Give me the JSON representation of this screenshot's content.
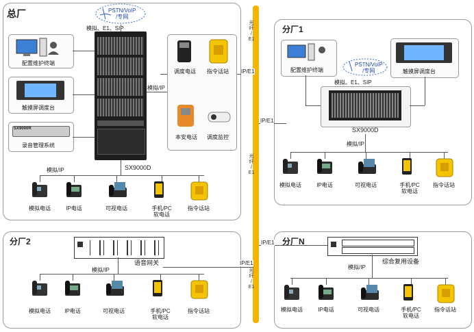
{
  "hq": {
    "title": "总厂",
    "cloud": "PSTN/VoIP\n/专网",
    "trunk": "模拟、E1、SIP",
    "config_terminal": "配置维护终端",
    "touch_console": "触摸屏调度台",
    "recorder": "录音管理系统",
    "recorder_brand": "SX9000R",
    "switch_name": "SX9000D",
    "modip_right": "模拟/IP",
    "modip_bottom": "模拟/IP",
    "dispatch_phone": "调度电话",
    "command_station_a": "指令话站",
    "safe_phone": "本安电话",
    "monitor": "调度监控",
    "phones": [
      "模拟电话",
      "IP电话",
      "可视电话",
      "手机/PC\n软电话",
      "指令话站"
    ]
  },
  "bus": {
    "fiber_top": "光\n纤\n/\nE1",
    "fiber_mid": "光\n纤\n/\nE1",
    "fiber_bot": "光\n纤\n/\nE1",
    "ipe1_1": "IP/E1",
    "ipe1_2": "IP/E1",
    "ipe1_3": "IP/E1",
    "ipe1_4": "IP/E1"
  },
  "branch1": {
    "title": "分厂1",
    "cloud": "PSTN/VoIP\n/专网",
    "trunk": "模拟、E1、SIP",
    "config_terminal": "配置维护终端",
    "touch_console": "触摸屏调度台",
    "switch_name": "SX9000D",
    "modip": "模拟/IP",
    "phones": [
      "模拟电话",
      "IP电话",
      "可视电话",
      "手机/PC\n软电话",
      "指令话站"
    ]
  },
  "branch2": {
    "title": "分厂2",
    "gateway": "语音网关",
    "modip": "模拟/IP",
    "phones": [
      "模拟电话",
      "IP电话",
      "可视电话",
      "手机/PC\n软电话",
      "指令话站"
    ]
  },
  "branchN": {
    "title": "分厂N",
    "mux": "综合复用设备",
    "modip": "模拟/IP",
    "phones": [
      "模拟电话",
      "IP电话",
      "可视电话",
      "手机/PC\n软电话",
      "指令话站"
    ]
  }
}
